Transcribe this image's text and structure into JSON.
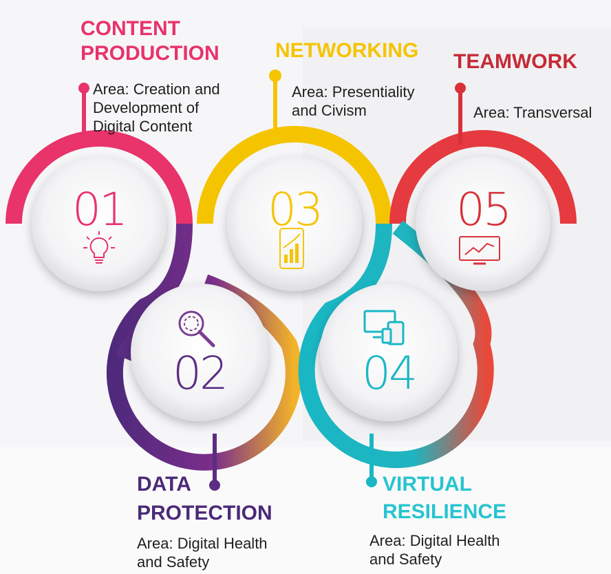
{
  "steps": [
    {
      "number": "01",
      "title_line1": "CONTENT",
      "title_line2": "PRODUCTION",
      "area_line1": "Area: Creation and",
      "area_line2": "Development of",
      "area_line3": "Digital Content",
      "icon": "lightbulb-icon",
      "color": "#e8336b"
    },
    {
      "number": "02",
      "title_line1": "DATA",
      "title_line2": "PROTECTION",
      "area_line1": "Area: Digital Health",
      "area_line2": "and Safety",
      "icon": "magnifier-icon",
      "color": "#5b2d83"
    },
    {
      "number": "03",
      "title_line1": "NETWORKING",
      "area_line1": "Area: Presentiality",
      "area_line2": "and Civism",
      "icon": "smartphone-chart-icon",
      "color": "#f5c400"
    },
    {
      "number": "04",
      "title_line1": "VIRTUAL",
      "title_line2": "RESILIENCE",
      "area_line1": "Area: Digital Health",
      "area_line2": "and Safety",
      "icon": "devices-icon",
      "color": "#19b7c4"
    },
    {
      "number": "05",
      "title_line1": "TEAMWORK",
      "area_line1": "Area: Transversal",
      "icon": "monitor-chart-icon",
      "color": "#d8313a"
    }
  ]
}
